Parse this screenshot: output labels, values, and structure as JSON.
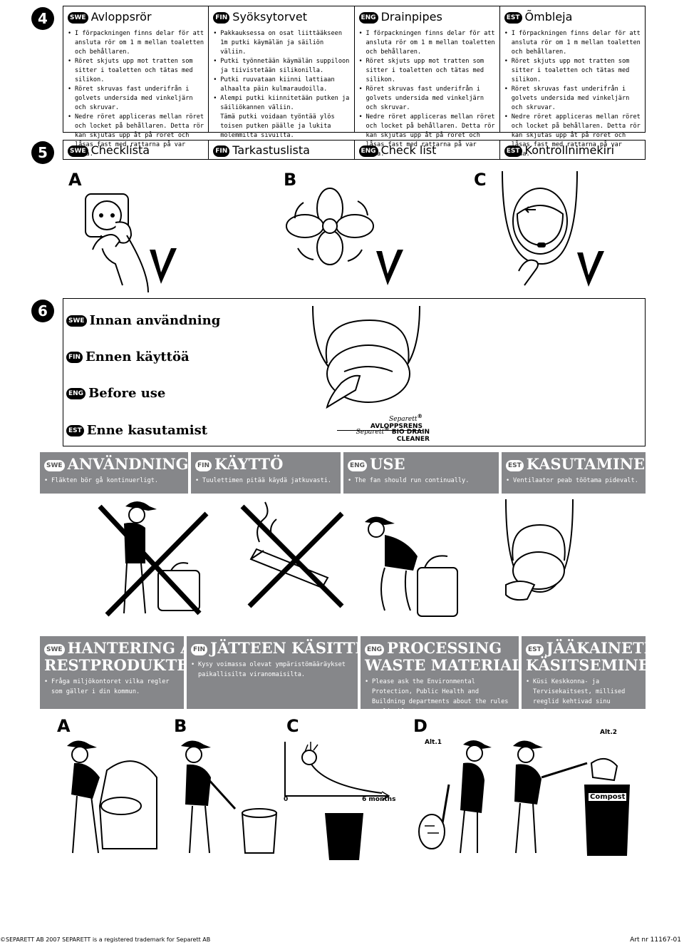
{
  "step4": {
    "number": "4",
    "columns": [
      {
        "badge": "SWE",
        "title": "Avloppsrör",
        "items": [
          "I förpackningen finns delar för att ansluta rör om 1 m mellan toaletten och behållaren.",
          "Röret skjuts upp mot tratten som sitter i toaletten och tätas med silikon.",
          "Röret skruvas fast underifrån i golvets undersida med vinkeljärn och skruvar.",
          "Nedre röret appliceras mellan röret och locket på behållaren. Detta rör kan skjutas upp åt på röret och låsas fast med rattarna på var sida."
        ]
      },
      {
        "badge": "FIN",
        "title": "Syöksytorvet",
        "items": [
          "Pakkauksessa on osat liittääkseen 1m putki käymälän ja säiliön väliin.",
          "Putki työnnetään käymälän suppiloon ja tiivistetään silikonilla.",
          "Putki ruuvataan kiinni lattiaan alhaalta päin kulmaraudoilla.",
          "Alempi putki kiinnitetään putken ja säiliökannen väliin.",
          "Tämä putki voidaan työntää ylös toisen putken päälle ja lukita molemmilta sivuilta."
        ]
      },
      {
        "badge": "ENG",
        "title": "Drainpipes",
        "items": [
          "I förpackningen finns delar för att ansluta rör om 1 m mellan toaletten och behållaren.",
          "Röret skjuts upp mot tratten som sitter i toaletten och tätas med silikon.",
          "Röret skruvas fast underifrån i golvets undersida med vinkeljärn och skruvar.",
          "Nedre röret appliceras mellan röret och locket på behållaren. Detta rör kan skjutas upp åt på röret och låsas fast med rattarna på var sida."
        ]
      },
      {
        "badge": "EST",
        "title": "Õmbleja",
        "items": [
          "I förpackningen finns delar för att ansluta rör om 1 m mellan toaletten och behållaren.",
          "Röret skjuts upp mot tratten som sitter i toaletten och tätas med silikon.",
          "Röret skruvas fast underifrån i golvets undersida med vinkeljärn och skruvar.",
          "Nedre röret appliceras mellan röret och locket på behållaren. Detta rör kan skjutas upp åt på röret och låsas fast med rattarna på var sida."
        ]
      }
    ]
  },
  "step5": {
    "number": "5",
    "headers": [
      {
        "badge": "SWE",
        "title": "Checklista"
      },
      {
        "badge": "FIN",
        "title": "Tarkastuslista"
      },
      {
        "badge": "ENG",
        "title": "Check list"
      },
      {
        "badge": "EST",
        "title": "Kontrollnimekiri"
      }
    ],
    "letters": [
      "A",
      "B",
      "C"
    ]
  },
  "step6": {
    "number": "6",
    "rows": [
      {
        "badge": "SWE",
        "text": "Innan användning"
      },
      {
        "badge": "FIN",
        "text": "Ennen käyttöä"
      },
      {
        "badge": "ENG",
        "text": "Before use"
      },
      {
        "badge": "EST",
        "text": "Enne kasutamist"
      }
    ],
    "products": [
      "AVLOPPSRENS",
      "BIO DRAIN CLEANER"
    ],
    "brand": "Separett"
  },
  "use": [
    {
      "badge": "SWE",
      "title": "ANVÄNDNING",
      "items": [
        "Fläkten bör gå kontinuerligt."
      ]
    },
    {
      "badge": "FIN",
      "title": "KÄYTTÖ",
      "items": [
        "Tuulettimen pitää käydä jatkuvasti."
      ]
    },
    {
      "badge": "ENG",
      "title": "USE",
      "items": [
        "The fan should run continually."
      ]
    },
    {
      "badge": "EST",
      "title": "KASUTAMINE",
      "items": [
        "Ventilaator peab töötama pidevalt."
      ]
    }
  ],
  "waste": [
    {
      "badge": "SWE",
      "title1": "HANTERING AV",
      "title2": "RESTPRODUKTER",
      "items": [
        "Fråga miljökontoret vilka regler som gäller i din kommun."
      ]
    },
    {
      "badge": "FIN",
      "title1": "JÄTTEEN KÄSITTELY",
      "title2": "",
      "items": [
        "Kysy voimassa olevat ympäristömääräykset paikallisilta viranomaisilta."
      ]
    },
    {
      "badge": "ENG",
      "title1": "PROCESSING",
      "title2": "WASTE MATERIAL",
      "items": [
        "Please ask the Environmental Protection, Public Health and Buildning departments about the rules applicable to your area."
      ]
    },
    {
      "badge": "EST",
      "title1": "JÄÄKAINETE",
      "title2": "KÄSITSEMINE",
      "items": [
        "Küsi Keskkonna- ja Tervisekaitsest, millised reeglid kehtivad sinu maakonnas."
      ]
    }
  ],
  "waste_panels": {
    "letters": [
      "A",
      "B",
      "C",
      "D"
    ],
    "graph_zero": "0",
    "graph_months": "6 months",
    "alt1": "Alt.1",
    "alt2": "Alt.2",
    "compost": "Compost"
  },
  "footer": {
    "left": "©SEPARETT AB 2007   SEPARETT is a registered trademark for Separett AB",
    "right": "Art nr 11167-01"
  }
}
